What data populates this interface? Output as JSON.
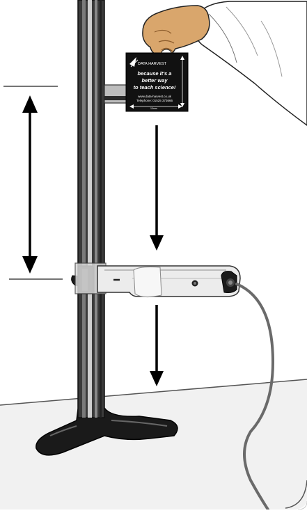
{
  "card": {
    "logo_text": "DATA HARVEST",
    "line1": "because it's a",
    "line2": "better way",
    "line3": "to teach science!",
    "website": "www.data-harvest.co.uk",
    "telephone": "Telephone: 01525 373666",
    "dimension_label": "10mm"
  },
  "colors": {
    "stand": "#3a3a3a",
    "card": "#111111",
    "sensor_body": "#ececec",
    "cable": "#6a6a6a",
    "hand": "#d9a66c"
  }
}
